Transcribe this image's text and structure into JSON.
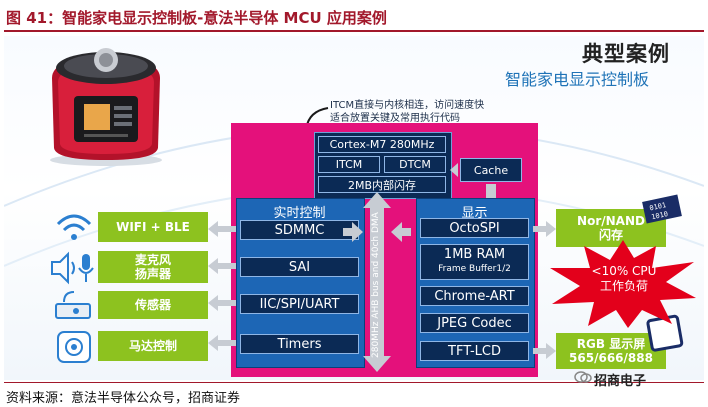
{
  "figure_title": "图 41：智能家电显示控制板-意法半导体 MCU 应用案例",
  "heading": {
    "main": "典型案例",
    "sub": "智能家电显示控制板"
  },
  "itcm_note": {
    "line1": "ITCM直接与内核相连，访问速度快",
    "line2": "适合放置关键及常用执行代码"
  },
  "core": {
    "cpu": "Cortex-M7 280MHz",
    "itcm": "ITCM",
    "dtcm": "DTCM",
    "flash": "2MB内部闪存",
    "cache": "Cache"
  },
  "bus_label": "280MHz AHB bus and 40ch DMA",
  "realtime": {
    "title": "实时控制",
    "items": [
      "SDMMC",
      "SAI",
      "IIC/SPI/UART",
      "Timers"
    ]
  },
  "display": {
    "title": "显示",
    "items": [
      "OctoSPI",
      "1MB RAM",
      "Chrome-ART",
      "JPEG Codec",
      "TFT-LCD"
    ],
    "ram_sub": "Frame Buffer1/2"
  },
  "left_peripherals": [
    {
      "line1": "WIFI + BLE",
      "line2": ""
    },
    {
      "line1": "麦克风",
      "line2": "扬声器"
    },
    {
      "line1": "传感器",
      "line2": ""
    },
    {
      "line1": "马达控制",
      "line2": ""
    }
  ],
  "right_peripherals": [
    {
      "line1": "Nor/NAND",
      "line2": "闪存"
    },
    {
      "line1": "RGB 显示屏",
      "line2": "565/666/888"
    }
  ],
  "cpu_load": {
    "line1": "<10% CPU",
    "line2": "工作负荷"
  },
  "chip_bits": {
    "row1": "0101",
    "row2": "1010"
  },
  "source": "资料来源：意法半导体公众号，招商证券",
  "brand": "招商电子",
  "colors": {
    "magenta": "#e4117b",
    "blue": "#1d66b5",
    "navy": "#0b2a55",
    "green": "#8dc21f",
    "red": "#e3001b",
    "title_red": "#a2182b"
  }
}
